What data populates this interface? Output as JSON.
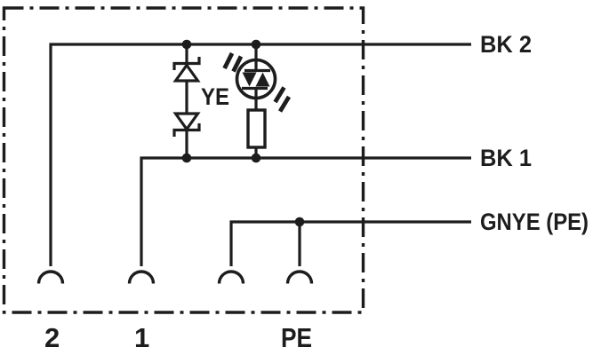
{
  "diagram": {
    "kind": "valve-connector-circuit-schematic",
    "colors": {
      "ink": "#1d1d1d",
      "background": "#ffffff"
    },
    "enclosure": {
      "style": "dash-dot-outline"
    },
    "wires": {
      "bk2": {
        "label": "BK 2"
      },
      "bk1": {
        "label": "BK 1"
      },
      "gnye": {
        "label": "GNYE (PE)"
      }
    },
    "led": {
      "label": "YE"
    },
    "pins": {
      "pin2": {
        "label": "2"
      },
      "pin1": {
        "label": "1"
      },
      "pe": {
        "label": "PE"
      }
    },
    "components": {
      "suppressor": "dual-zener-suppressor",
      "indicator": "bidirectional-led",
      "resistor": "series-resistor"
    }
  }
}
